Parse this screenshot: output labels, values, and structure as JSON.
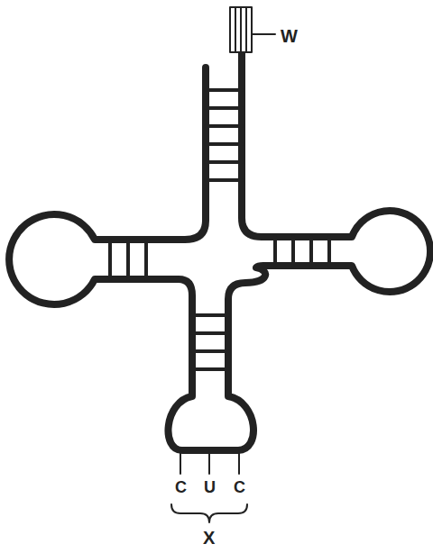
{
  "diagram": {
    "labels": [
      "W",
      "C",
      "U",
      "C",
      "X"
    ]
  }
}
